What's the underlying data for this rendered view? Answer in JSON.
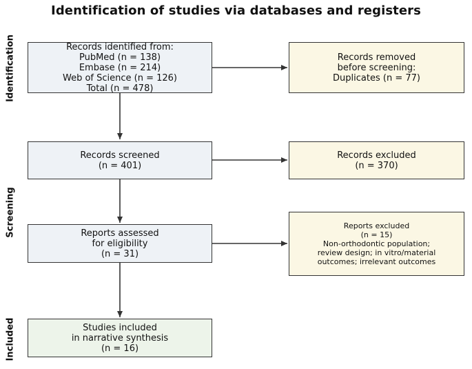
{
  "title": "Identification of studies via databases and registers",
  "phases": {
    "identification": "Identification",
    "screening": "Screening",
    "included": "Included"
  },
  "boxes": {
    "records_identified": {
      "lines": [
        "Records identified from:",
        "PubMed (n = 138)",
        "Embase (n = 214)",
        "Web of Science (n = 126)",
        "Total (n = 478)"
      ]
    },
    "records_removed": {
      "lines": [
        "Records removed",
        "before screening:",
        "Duplicates (n = 77)"
      ]
    },
    "records_screened": {
      "lines": [
        "Records screened",
        "(n = 401)"
      ]
    },
    "records_excluded": {
      "lines": [
        "Records excluded",
        "(n = 370)"
      ]
    },
    "reports_assessed": {
      "lines": [
        "Reports assessed",
        "for eligibility",
        "(n = 31)"
      ]
    },
    "reports_excluded": {
      "lines": [
        "Reports excluded",
        "(n = 15)",
        "Non-orthodontic population;",
        "review design; in vitro/material",
        "outcomes; irrelevant outcomes"
      ]
    },
    "studies_included": {
      "lines": [
        "Studies included",
        "in narrative synthesis",
        "(n = 16)"
      ]
    }
  },
  "colors": {
    "left_box_fill": "#eef2f6",
    "right_box_fill": "#fbf7e4",
    "included_box_fill": "#edf4ea",
    "stroke": "#333333"
  }
}
